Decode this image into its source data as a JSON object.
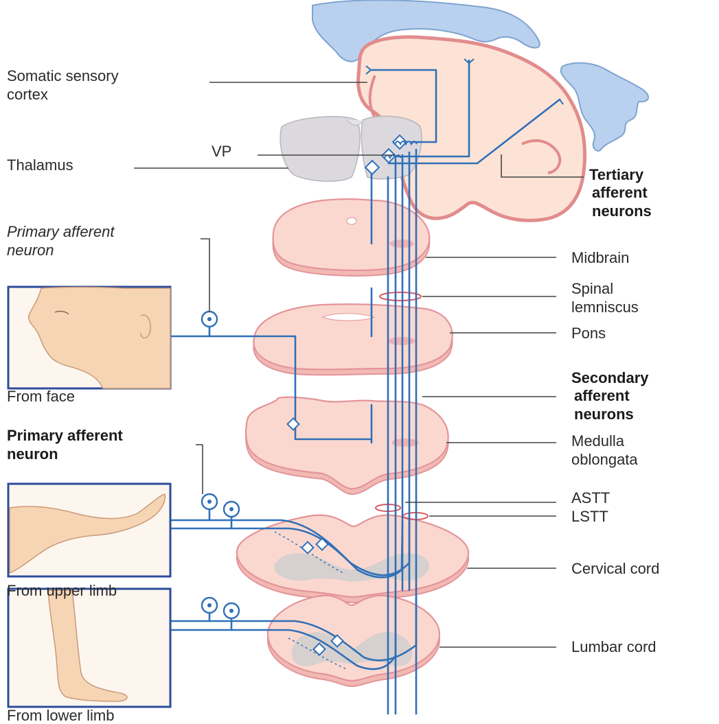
{
  "labels": {
    "somatic_sensory_cortex_1": "Somatic sensory",
    "somatic_sensory_cortex_2": "cortex",
    "vp": "VP",
    "thalamus": "Thalamus",
    "tertiary_1": "Tertiary",
    "tertiary_2": "afferent",
    "tertiary_3": "neurons",
    "primary_italic_1": "Primary afferent",
    "primary_italic_2": "neuron",
    "midbrain": "Midbrain",
    "spinal_lemniscus_1": "Spinal",
    "spinal_lemniscus_2": "lemniscus",
    "pons": "Pons",
    "from_face": "From face",
    "secondary_1": "Secondary",
    "secondary_2": "afferent",
    "secondary_3": "neurons",
    "primary_bold_1": "Primary afferent",
    "primary_bold_2": "neuron",
    "medulla_1": "Medulla",
    "medulla_2": "oblongata",
    "astt": "ASTT",
    "lstt": "LSTT",
    "cervical_cord": "Cervical cord",
    "from_upper_limb": "From upper limb",
    "lumbar_cord": "Lumbar cord",
    "from_lower_limb": "From lower limb"
  },
  "colors": {
    "axon": "#2f6fb8",
    "tissue": "#fbd8cf",
    "tissue_outline": "#e3949a",
    "frame": "#2c4c9a",
    "homunculus": "#b9d1ee",
    "grey_matter": "#cfcfcf"
  }
}
